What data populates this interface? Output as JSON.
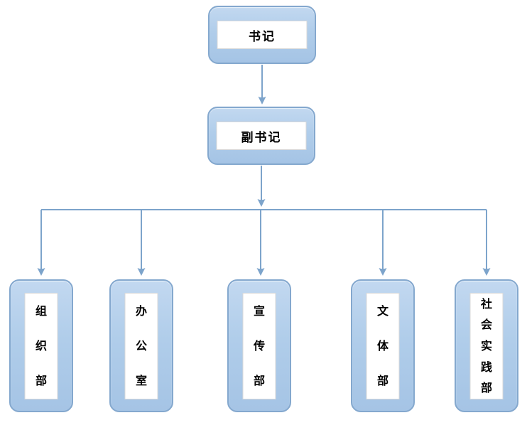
{
  "canvas": {
    "background": "#ffffff"
  },
  "colors": {
    "box_fill_top": "#c2d8f0",
    "box_fill_bottom": "#a5c4e5",
    "box_border": "#84a8ce",
    "inner_fill": "#ffffff",
    "inner_border": "#d8d8d8",
    "connector": "#7da4cb",
    "text": "#000000"
  },
  "nodes": {
    "root": {
      "label": "书记"
    },
    "deputy": {
      "label": "副书记"
    },
    "departments": [
      {
        "label": "组织部"
      },
      {
        "label": "办公室"
      },
      {
        "label": "宣传部"
      },
      {
        "label": "文体部"
      },
      {
        "label": "社会实践部"
      }
    ]
  }
}
